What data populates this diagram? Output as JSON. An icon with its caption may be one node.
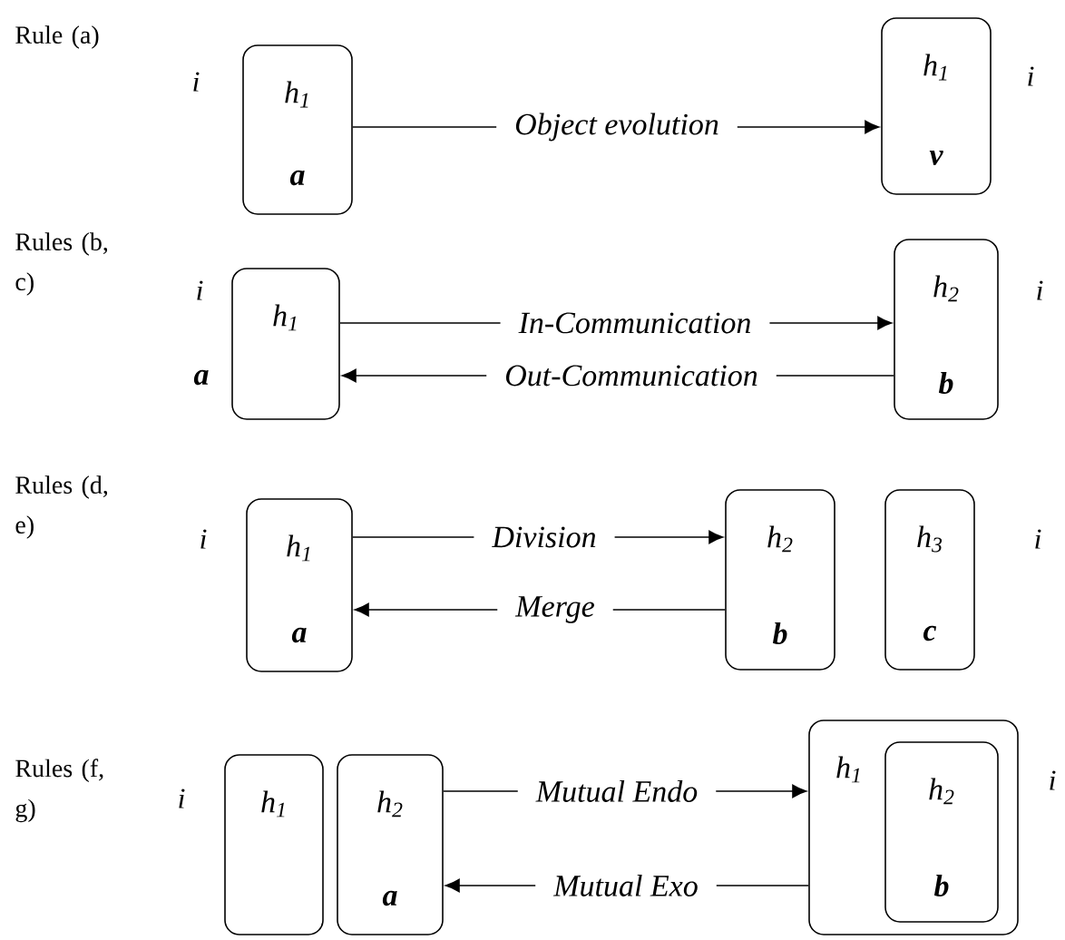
{
  "diagram": {
    "nodes": [
      {
        "text": [
          "h$_{1}$",
          "a"
        ]
      },
      {
        "text": [
          "h$_{1}$",
          "v"
        ]
      },
      {
        "text": [
          "h$_{1}$"
        ],
        "beside": [
          "a"
        ]
      },
      {
        "text": [
          "h$_{2}$",
          "b"
        ]
      },
      {
        "text": [
          "h$_{1}$",
          "a"
        ]
      },
      {
        "text": [
          "h$_{2}$",
          "b"
        ]
      },
      {
        "text": [
          "h$_{3}$",
          "c"
        ]
      },
      {
        "text": [
          "h$_{1}$"
        ]
      },
      {
        "text": [
          "h$_{2}$",
          "a"
        ]
      },
      {
        "text": [
          "h$_{1}$"
        ]
      },
      {
        "text": [
          "h$_{2}$",
          "b"
        ],
        "in": 9
      }
    ],
    "edges": [
      {
        "from": 0,
        "to": 1,
        "arrow": "to",
        "label": "Object evolution"
      },
      {
        "from": 2,
        "to": 3,
        "arrow": "to",
        "label": "In-Communication"
      },
      {
        "from": 3,
        "to": 2,
        "arrow": "to",
        "label": "Out-Communication"
      },
      {
        "from": 4,
        "to": 5,
        "arrow": "to",
        "label": "Division"
      },
      {
        "from": 5,
        "to": 4,
        "arrow": "to",
        "label": "Merge"
      },
      {
        "from": 8,
        "to": 9,
        "arrow": "to",
        "label": "Mutual Endo"
      },
      {
        "from": 9,
        "to": 8,
        "arrow": "to",
        "label": "Mutual Exo"
      }
    ],
    "labels": [
      "Rule (a)",
      "i",
      "i",
      "Rules (b, c)",
      "i",
      "i",
      "Rules (d, e)",
      "i",
      "i",
      "Rules (f, g)",
      "i",
      "i"
    ]
  }
}
